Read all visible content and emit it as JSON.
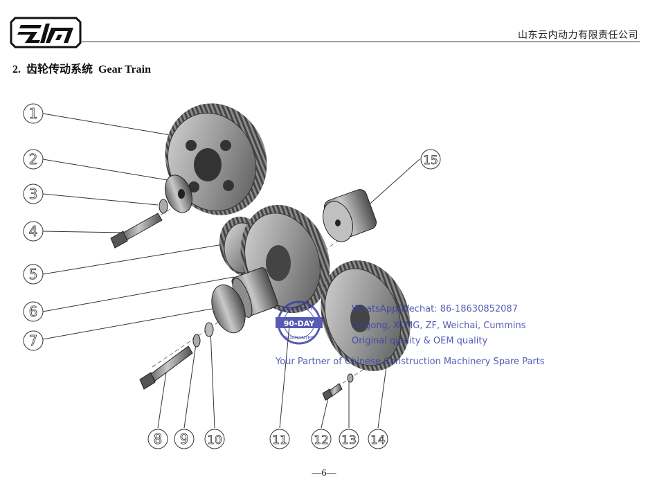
{
  "header": {
    "logo_label": "logo",
    "company": "山东云内动力有限责任公司"
  },
  "section": {
    "number": "2.",
    "title_cn": "齿轮传动系统",
    "title_en": "Gear Train"
  },
  "callouts": [
    "1",
    "2",
    "3",
    "4",
    "5",
    "6",
    "7",
    "8",
    "9",
    "10",
    "11",
    "12",
    "13",
    "14",
    "15"
  ],
  "watermark": {
    "badge_top": "WARRANTY",
    "badge_mid": "90-DAY",
    "badge_bottom": "GUARANTEE",
    "line1": "WhatsApp/Wechat: 86-18630852087",
    "line2": "Liugong, XCMG, ZF, Weichai, Cummins",
    "line3": "Original quality & OEM quality",
    "line4": "Your Partner of Chinese Construction Machinery Spare Parts",
    "color": "#3a3fa8"
  },
  "footer": {
    "page": "—6—"
  }
}
